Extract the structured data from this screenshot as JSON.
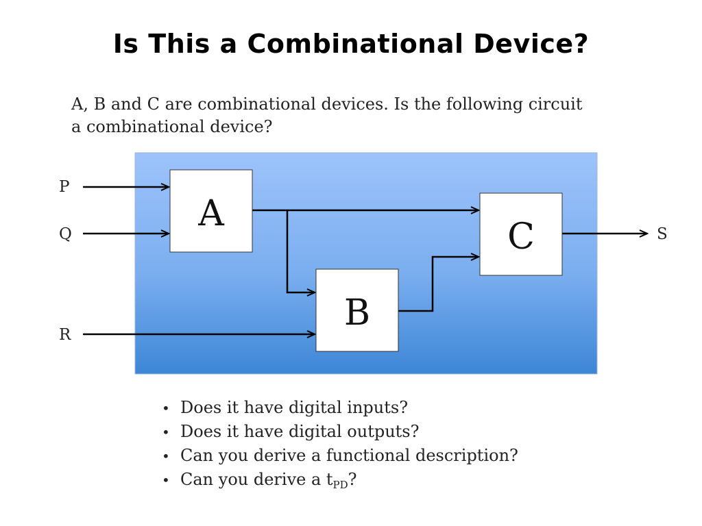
{
  "title": "Is This a Combinational Device?",
  "intro": {
    "line1": "A, B and C are combinational devices.  Is the following circuit",
    "line2": "a combinational device?"
  },
  "diagram": {
    "inputs": [
      "P",
      "Q",
      "R"
    ],
    "output": "S",
    "blocks": [
      "A",
      "B",
      "C"
    ],
    "background_top": "#9ec3fb",
    "background_bottom": "#3d86d6"
  },
  "bullets": [
    "Does it have digital inputs?",
    "Does it have digital outputs?",
    "Can you derive a functional description?"
  ],
  "last_bullet": {
    "prefix": "Can you derive a t",
    "subscript": "PD",
    "suffix": "?"
  }
}
